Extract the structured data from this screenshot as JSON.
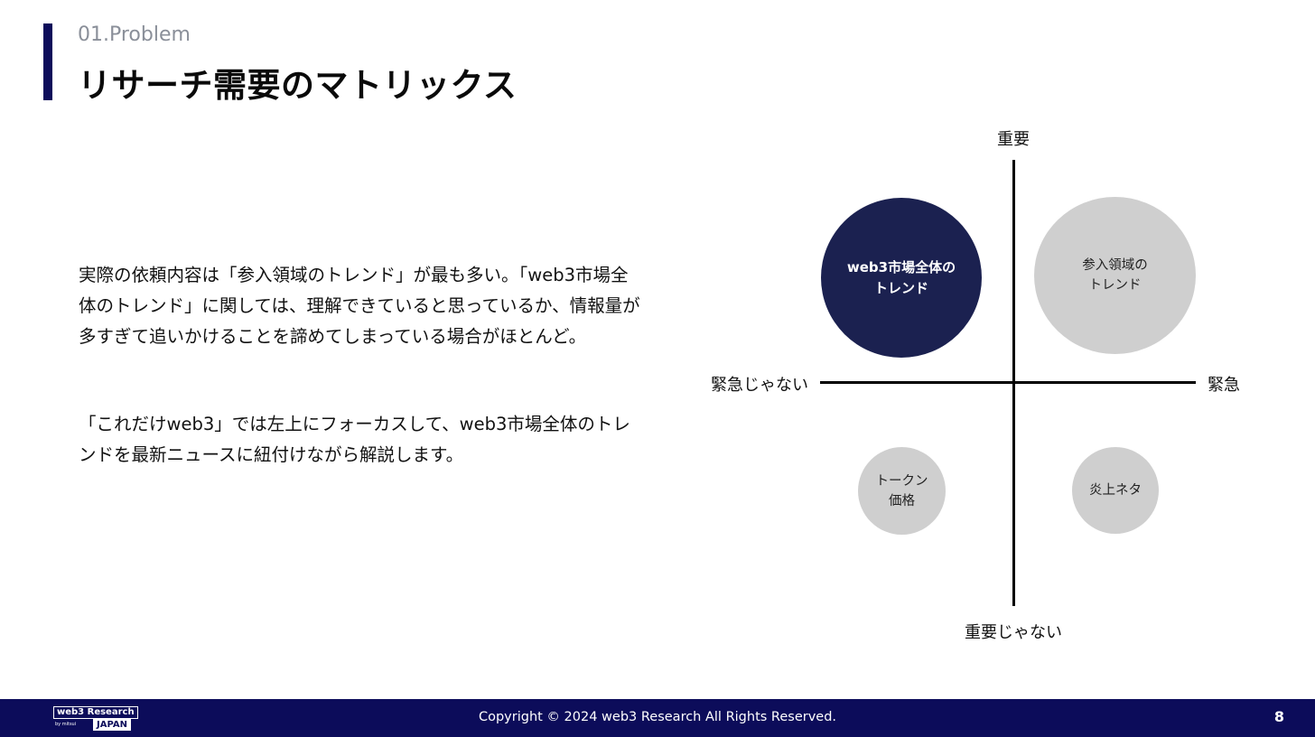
{
  "colors": {
    "accent": "#0c0c5a",
    "footer_bg": "#0c0c5a",
    "highlight_bubble": "#1b2150",
    "muted_bubble": "#cfcfcf"
  },
  "header": {
    "section_label": "01.Problem",
    "title": "リサーチ需要のマトリックス"
  },
  "body": {
    "paragraph_1": "実際の依頼内容は「参入領域のトレンド」が最も多い。「web3市場全体のトレンド」に関しては、理解できていると思っているか、情報量が多すぎて追いかけることを諦めてしまっている場合がほとんど。",
    "paragraph_2": "「これだけweb3」では左上にフォーカスして、web3市場全体のトレンドを最新ニュースに紐付けながら解説します。"
  },
  "matrix": {
    "axis_top": "重要",
    "axis_bottom": "重要じゃない",
    "axis_left": "緊急じゃない",
    "axis_right": "緊急",
    "bubbles": [
      {
        "label": "web3市場全体の\nトレンド",
        "quadrant": "top-left",
        "highlighted": true
      },
      {
        "label": "参入領域の\nトレンド",
        "quadrant": "top-right",
        "highlighted": false
      },
      {
        "label": "トークン\n価格",
        "quadrant": "bottom-left",
        "highlighted": false
      },
      {
        "label": "炎上ネタ",
        "quadrant": "bottom-right",
        "highlighted": false
      }
    ]
  },
  "footer": {
    "logo_text": "web3 Research",
    "logo_by": "by mitsui",
    "logo_region": "JAPAN",
    "copyright": "Copyright © 2024 web3 Research All Rights Reserved.",
    "page_number": "8"
  }
}
